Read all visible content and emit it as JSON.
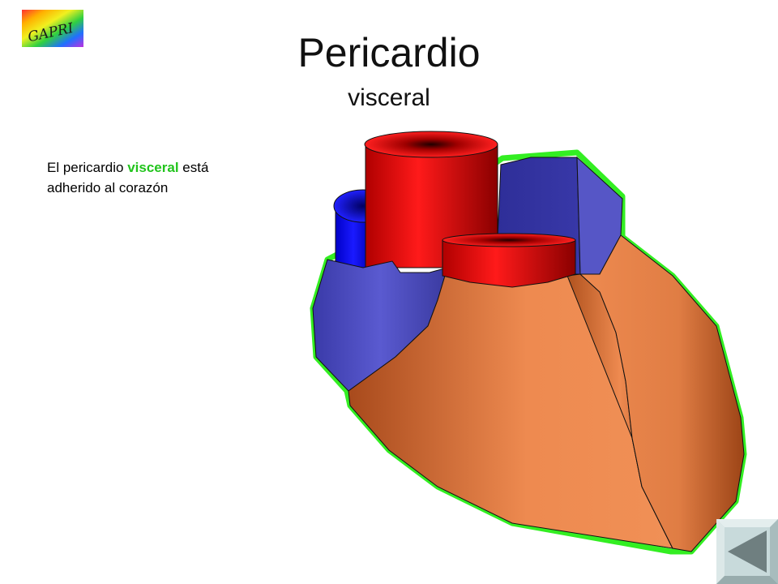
{
  "slide": {
    "title": "Pericardio",
    "subtitle": "visceral",
    "description": {
      "prefix": "El pericardio ",
      "highlight": "visceral",
      "suffix": " está adherido al corazón"
    },
    "logo_text": "GAPRI"
  },
  "colors": {
    "highlight": "#22c41d",
    "pericardium_outline": "#33ee22",
    "ventricle": "#ee8a50",
    "atrium": "#5555c8",
    "aorta": "#e01010",
    "vena_cava": "#0000ff"
  },
  "navigation": {
    "back_icon": "back-triangle-icon"
  }
}
